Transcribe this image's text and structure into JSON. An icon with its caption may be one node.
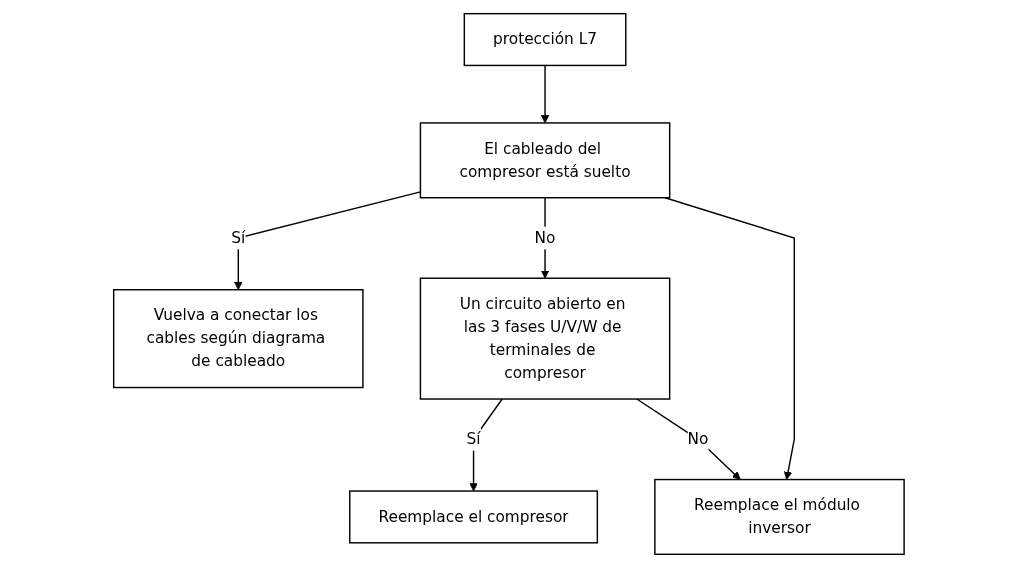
{
  "diagram": {
    "nodes": [
      {
        "text": [
          "protección L7"
        ]
      },
      {
        "text": [
          "El cableado del compresor está suelto"
        ]
      },
      {
        "text": [
          "Vuelva a conectar los cables según diagrama de cableado"
        ]
      },
      {
        "text": [
          "Un circuito abierto en las 3 fases U/V/W de terminales de compresor"
        ]
      },
      {
        "text": [
          "Reemplace el compresor"
        ]
      },
      {
        "text": [
          "Reemplace el módulo inversor"
        ]
      }
    ],
    "edges": [
      {
        "from": 0,
        "to": 1,
        "arrow": "to"
      },
      {
        "from": 1,
        "to": 2,
        "arrow": "to",
        "label": "Sí"
      },
      {
        "from": 1,
        "to": 3,
        "arrow": "to",
        "label": "No"
      },
      {
        "from": 3,
        "to": 4,
        "arrow": "to",
        "label": "Sí"
      },
      {
        "from": 3,
        "to": 5,
        "arrow": "to",
        "label": "No"
      },
      {
        "from": 1,
        "to": 5,
        "arrow": "to"
      }
    ]
  }
}
